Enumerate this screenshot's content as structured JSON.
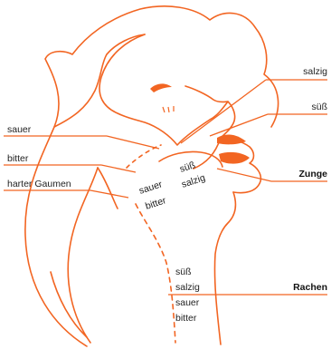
{
  "colors": {
    "outline": "#f26522",
    "lines": "#f26522",
    "text": "#222222"
  },
  "labels": {
    "left": {
      "sauer": "sauer",
      "bitter": "bitter",
      "harter_gaumen": "harter Gaumen"
    },
    "right": {
      "salzig": "salzig",
      "suess": "süß",
      "zunge": "Zunge",
      "rachen": "Rachen"
    },
    "inner": {
      "sauer": "sauer",
      "bitter": "bitter",
      "suess": "süß",
      "salzig": "salzig"
    },
    "throat_list": {
      "suess": "süß",
      "salzig": "salzig",
      "sauer": "sauer",
      "bitter": "bitter"
    }
  }
}
